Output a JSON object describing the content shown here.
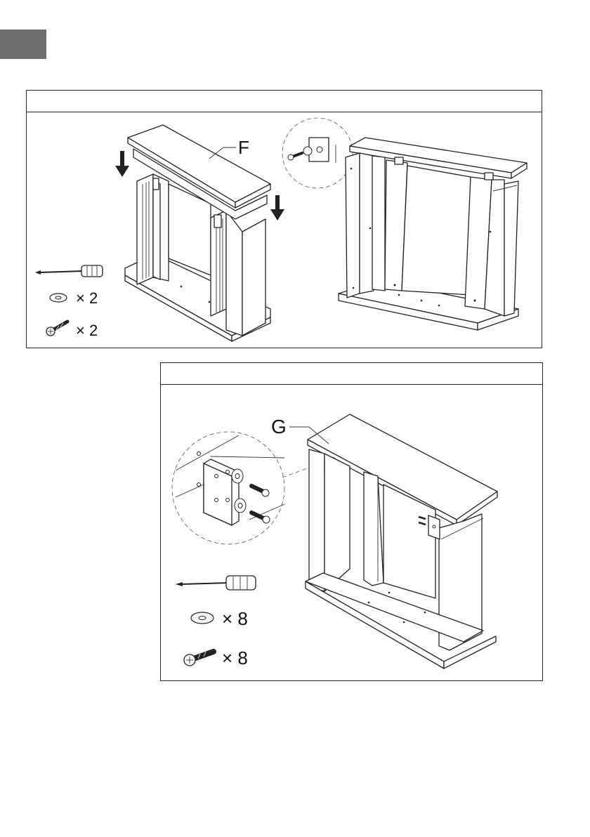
{
  "step1": {
    "part_label": "F",
    "washer_qty": "× 2",
    "screw_qty": "× 2",
    "tools": [
      "screwdriver-icon",
      "washer-icon",
      "screw-icon"
    ]
  },
  "step2": {
    "part_label": "G",
    "washer_qty": "× 8",
    "screw_qty": "× 8",
    "tools": [
      "screwdriver-icon",
      "washer-icon",
      "screw-icon"
    ]
  },
  "colors": {
    "lang_tab": "#6e6e6e",
    "line": "#222222"
  }
}
